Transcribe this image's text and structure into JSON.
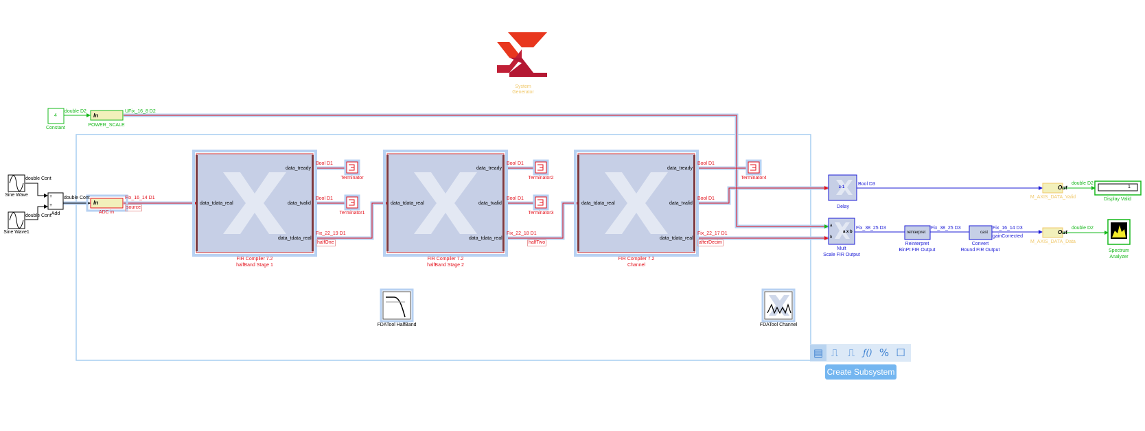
{
  "logo": {
    "title": "System\nGenerator"
  },
  "blocks": {
    "constant": {
      "value": "4",
      "name": "Constant",
      "signal": "double D2"
    },
    "power_scale": {
      "glyph": "In",
      "name": "POWER_SCALE",
      "signal": "UFix_16_8 D2"
    },
    "sine_wave": {
      "name": "Sine Wave",
      "signal": "double Cont"
    },
    "sine_wave1": {
      "name": "Sine Wave1",
      "signal": "double Cont"
    },
    "add": {
      "name": "Add",
      "signal": "double Cont",
      "plus1": "+",
      "plus2": "+"
    },
    "adc_in": {
      "glyph": "In",
      "name": "ADC in",
      "signal": "Fix_16_14 D1",
      "tag": "source"
    },
    "fir1": {
      "title": "FIR Compiler 7.2",
      "subtitle": "halfBand Stage 1",
      "port_in": "data_tdata_real",
      "ports_out": [
        "data_tready",
        "data_tvalid",
        "data_tdata_real"
      ],
      "signals": [
        "Bool D1",
        "Bool D1",
        "Fix_22_19 D1"
      ],
      "tag": "halfOne"
    },
    "fir2": {
      "title": "FIR Compiler 7.2",
      "subtitle": "halfBand Stage 2",
      "port_in": "data_tdata_real",
      "ports_out": [
        "data_tready",
        "data_tvalid",
        "data_tdata_real"
      ],
      "signals": [
        "Bool D1",
        "Bool D1",
        "Fix_22_18 D1"
      ],
      "tag": "halfTwo"
    },
    "fir3": {
      "title": "FIR Compiler 7.2",
      "subtitle": "Channel",
      "port_in": "data_tdata_real",
      "ports_out": [
        "data_tready",
        "data_tvalid",
        "data_tdata_real"
      ],
      "signals": [
        "Bool D1",
        "Bool D1",
        "Fix_22_17 D1"
      ],
      "tag": "afterDecim"
    },
    "terminators": [
      "Terminator",
      "Terminator1",
      "Terminator2",
      "Terminator3",
      "Terminator4"
    ],
    "fdatool_halfband": {
      "name": "FDATool HalfBand"
    },
    "fdatool_channel": {
      "name": "FDATool Channel"
    },
    "delay": {
      "name": "Delay",
      "glyph": "z-1",
      "signal": "Bool D3"
    },
    "mult": {
      "name1": "Mult",
      "name2": "Scale FIR Output",
      "port_a": "a",
      "port_b": "b",
      "op": "a x b",
      "signal": "Fix_38_25 D3"
    },
    "reinterpret": {
      "glyph": "reinterpret",
      "name1": "Reinterpret",
      "name2": "BinPt FIR Output",
      "signal": "Fix_38_25 D3"
    },
    "convert": {
      "glyph": "cast",
      "name1": "Convert",
      "name2": "Round FIR Output",
      "signal": "Fix_16_14 D3",
      "tag": "gainCorrected"
    },
    "out_valid": {
      "glyph": "Out",
      "name": "M_AXIS_DATA_Valid",
      "signal": "double D2"
    },
    "out_data": {
      "glyph": "Out",
      "name": "M_AXIS_DATA_Data",
      "signal": "double D2"
    },
    "display": {
      "name": "Display Valid",
      "value": "1"
    },
    "spectrum": {
      "name1": "Spectrum",
      "name2": "Analyzer"
    }
  },
  "toolbar": {
    "icons": [
      "subsystem-icon",
      "pulse-icon",
      "step-icon",
      "function-icon",
      "percent-icon",
      "square-icon"
    ],
    "glyphs": [
      "▤",
      "⎍",
      "⎍",
      "ƒ()",
      "%",
      "☐"
    ],
    "create_label": "Create Subsystem"
  },
  "colors": {
    "selection": "#b7d1f2",
    "red": "#e3101b",
    "green": "#16b81b",
    "blue": "#1b1bd6",
    "toolbar": "#dce9f7",
    "button": "#74b6f0"
  }
}
